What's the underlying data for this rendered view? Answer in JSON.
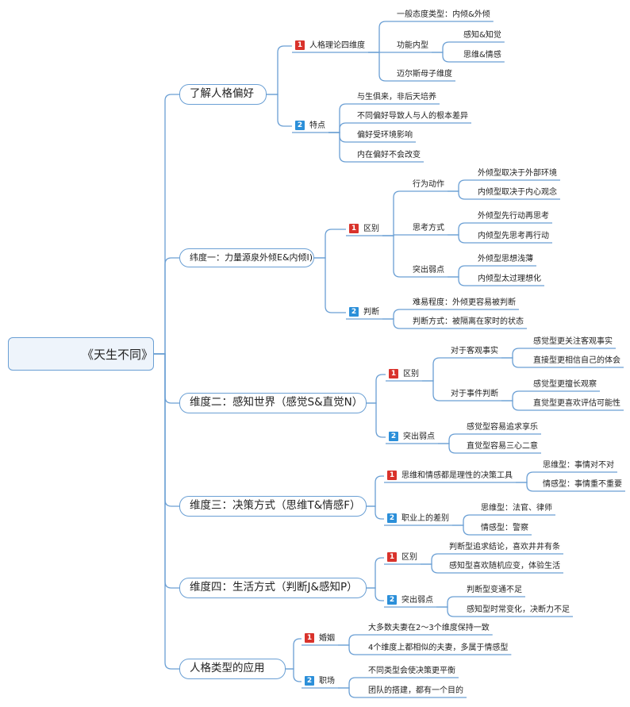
{
  "root": "《天生不同》",
  "branches": [
    {
      "label": "了解人格偏好",
      "children": [
        {
          "badge": "1",
          "label": "人格理论四维度",
          "children": [
            {
              "label": "一般态度类型：内倾&外倾"
            },
            {
              "label": "功能内型",
              "children": [
                {
                  "label": "感知&知觉"
                },
                {
                  "label": "思维&情感"
                }
              ]
            },
            {
              "label": "迈尔斯母子维度"
            }
          ]
        },
        {
          "badge": "2",
          "label": "特点",
          "children": [
            {
              "label": "与生俱来，非后天培养"
            },
            {
              "label": "不同偏好导致人与人的根本差异"
            },
            {
              "label": "偏好受环境影响"
            },
            {
              "label": "内在偏好不会改变"
            }
          ]
        }
      ]
    },
    {
      "label": "纬度一：力量源泉外倾E&内倾I)",
      "children": [
        {
          "badge": "1",
          "label": "区别",
          "children": [
            {
              "label": "行为动作",
              "children": [
                {
                  "label": "外倾型取决于外部环境"
                },
                {
                  "label": "内倾型取决于内心观念"
                }
              ]
            },
            {
              "label": "思考方式",
              "children": [
                {
                  "label": "外倾型先行动再思考"
                },
                {
                  "label": "内倾型先思考再行动"
                }
              ]
            },
            {
              "label": "突出弱点",
              "children": [
                {
                  "label": "外倾型思想浅薄"
                },
                {
                  "label": "内倾型太过理想化"
                }
              ]
            }
          ]
        },
        {
          "badge": "2",
          "label": "判断",
          "children": [
            {
              "label": "难易程度：外倾更容易被判断"
            },
            {
              "label": "判断方式：被隔离在家时的状态"
            }
          ]
        }
      ]
    },
    {
      "label": "维度二：感知世界（感觉S&直觉N）",
      "children": [
        {
          "badge": "1",
          "label": "区别",
          "children": [
            {
              "label": "对于客观事实",
              "children": [
                {
                  "label": "感觉型更关注客观事实"
                },
                {
                  "label": "直接型更相信自己的体会"
                }
              ]
            },
            {
              "label": "对于事件判断",
              "children": [
                {
                  "label": "感觉型更擅长观察"
                },
                {
                  "label": "直觉型更喜欢评估可能性"
                }
              ]
            }
          ]
        },
        {
          "badge": "2",
          "label": "突出弱点",
          "children": [
            {
              "label": "感觉型容易追求享乐"
            },
            {
              "label": "直觉型容易三心二意"
            }
          ]
        }
      ]
    },
    {
      "label": "维度三：决策方式（思维T&情感F）",
      "children": [
        {
          "badge": "1",
          "label": "思维和情感都是理性的决策工具",
          "children": [
            {
              "label": "思维型：事情对不对"
            },
            {
              "label": "情感型：事情重不重要"
            }
          ]
        },
        {
          "badge": "2",
          "label": "职业上的差别",
          "children": [
            {
              "label": "思维型：法官、律师"
            },
            {
              "label": "情感型：警察"
            }
          ]
        }
      ]
    },
    {
      "label": "维度四：生活方式（判断J&感知P）",
      "children": [
        {
          "badge": "1",
          "label": "区别",
          "children": [
            {
              "label": "判断型追求结论，喜欢井井有条"
            },
            {
              "label": "感知型喜欢随机应变，体验生活"
            }
          ]
        },
        {
          "badge": "2",
          "label": "突出弱点",
          "children": [
            {
              "label": "判断型变通不足"
            },
            {
              "label": "感知型时常变化，决断力不足"
            }
          ]
        }
      ]
    },
    {
      "label": "人格类型的应用",
      "children": [
        {
          "badge": "1",
          "label": "婚姻",
          "children": [
            {
              "label": "大多数夫妻在2～3个维度保持一致"
            },
            {
              "label": "4个维度上都相似的夫妻，多属于情感型"
            }
          ]
        },
        {
          "badge": "2",
          "label": "职场",
          "children": [
            {
              "label": "不同类型会使决策更平衡"
            },
            {
              "label": "团队的搭建，都有一个目的"
            }
          ]
        }
      ]
    }
  ],
  "colors": {
    "line": "#6a9fd4",
    "badge_1": "#d9322b",
    "badge_2": "#2b8fd9",
    "root_fill": "#eef4fb"
  }
}
